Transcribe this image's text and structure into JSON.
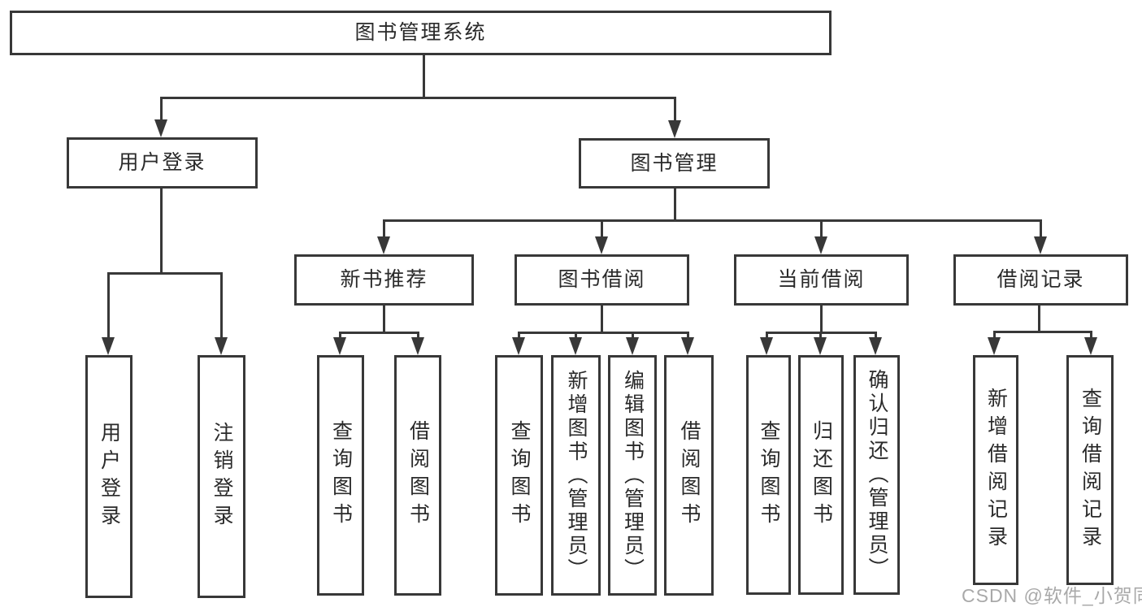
{
  "tree": {
    "label": "图书管理系统",
    "children": [
      {
        "label": "用户登录",
        "children": [
          {
            "label": "用户登录"
          },
          {
            "label": "注销登录"
          }
        ]
      },
      {
        "label": "图书管理",
        "children": [
          {
            "label": "新书推荐",
            "children": [
              {
                "label": "查询图书"
              },
              {
                "label": "借阅图书"
              }
            ]
          },
          {
            "label": "图书借阅",
            "children": [
              {
                "label": "查询图书"
              },
              {
                "label": "新增图书（管理员）"
              },
              {
                "label": "编辑图书（管理员）"
              },
              {
                "label": "借阅图书"
              }
            ]
          },
          {
            "label": "当前借阅",
            "children": [
              {
                "label": "查询图书"
              },
              {
                "label": "归还图书"
              },
              {
                "label": "确认归还（管理员）"
              }
            ]
          },
          {
            "label": "借阅记录",
            "children": [
              {
                "label": "新增借阅记录"
              },
              {
                "label": "查询借阅记录"
              }
            ]
          }
        ]
      }
    ]
  },
  "watermark": {
    "text": "CSDN @软件_小贺同学",
    "color": "#a9a9a9"
  },
  "colors": {
    "line": "#383838",
    "text": "#2a2a2a",
    "background": "#ffffff"
  }
}
